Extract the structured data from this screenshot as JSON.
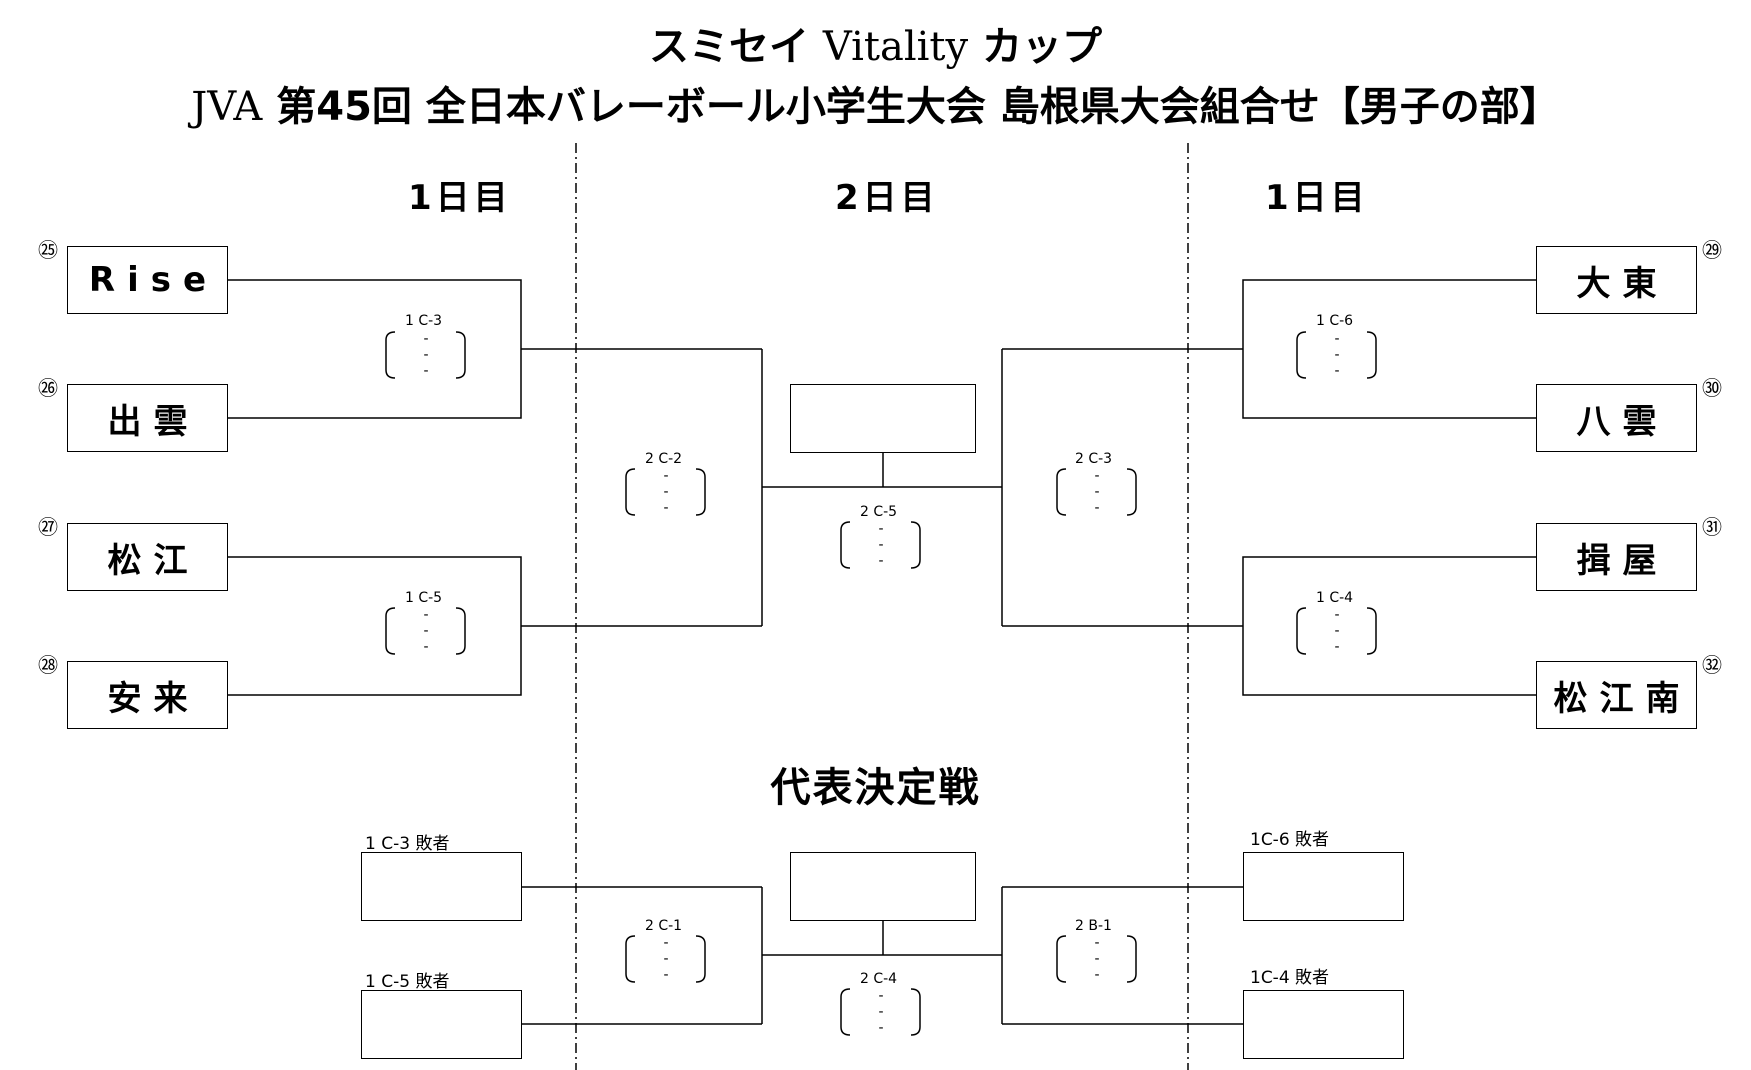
{
  "title": {
    "line1_prefix": "スミセイ",
    "line1_brand": "Vitality",
    "line1_suffix": "カップ",
    "line2_prefix": "JVA",
    "line2_rest": "第45回 全日本バレーボール小学生大会 島根県大会組合せ【男子の部】"
  },
  "day_labels": {
    "left": "1日目",
    "center": "2日目",
    "right": "1日目"
  },
  "teams": [
    {
      "seed": "㉕",
      "name": "Rise"
    },
    {
      "seed": "㉖",
      "name": "出雲"
    },
    {
      "seed": "㉗",
      "name": "松江"
    },
    {
      "seed": "㉘",
      "name": "安来"
    },
    {
      "seed": "㉙",
      "name": "大東"
    },
    {
      "seed": "㉚",
      "name": "八雲"
    },
    {
      "seed": "㉛",
      "name": "揖屋"
    },
    {
      "seed": "㉜",
      "name": "松江南"
    }
  ],
  "matches": {
    "r1_left_top": "1 C-3",
    "r1_left_bottom": "1 C-5",
    "r1_right_top": "1 C-6",
    "r1_right_bottom": "1 C-4",
    "r2_left": "2 C-2",
    "r2_right": "2 C-3",
    "final": "2 C-5",
    "rep_left": "2 C-1",
    "rep_right": "2 B-1",
    "rep_final": "2 C-4"
  },
  "score_placeholder": "-",
  "representative_heading": "代表決定戦",
  "losers": {
    "left_top": "1 C-3 敗者",
    "left_bottom": "1 C-5 敗者",
    "right_top": "1C-6 敗者",
    "right_bottom": "1C-4 敗者"
  }
}
